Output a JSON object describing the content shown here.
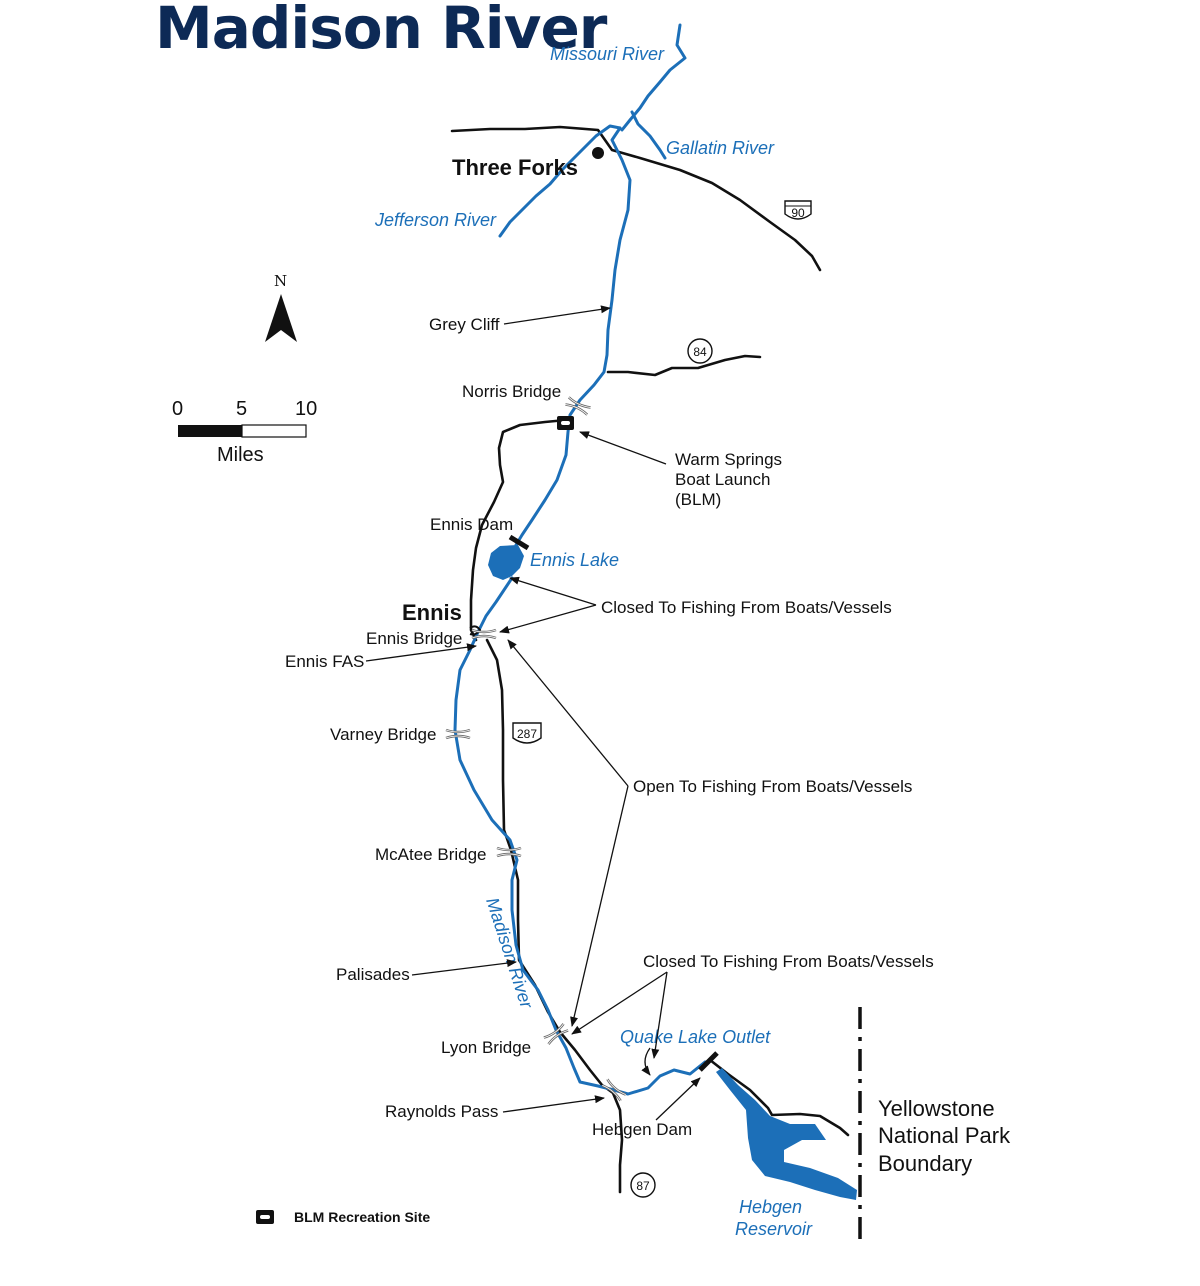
{
  "title": "Madison River",
  "towns": {
    "three_forks": "Three Forks",
    "ennis": "Ennis"
  },
  "rivers": {
    "missouri": "Missouri River",
    "gallatin": "Gallatin River",
    "jefferson": "Jefferson River",
    "madison": "Madison River"
  },
  "lakes": {
    "ennis_lake": "Ennis Lake",
    "hebgen_line1": "Hebgen",
    "hebgen_line2": "Reservoir",
    "quake_outlet": "Quake Lake Outlet"
  },
  "places": {
    "grey_cliff": "Grey Cliff",
    "norris_bridge": "Norris Bridge",
    "warm_springs_line1": "Warm Springs",
    "warm_springs_line2": "Boat Launch",
    "warm_springs_line3": "(BLM)",
    "ennis_dam": "Ennis Dam",
    "ennis_bridge": "Ennis Bridge",
    "ennis_fas": "Ennis FAS",
    "varney_bridge": "Varney Bridge",
    "mcatee_bridge": "McAtee Bridge",
    "palisades": "Palisades",
    "lyon_bridge": "Lyon Bridge",
    "raynolds_pass": "Raynolds Pass",
    "hebgen_dam": "Hebgen Dam"
  },
  "regulations": {
    "closed_upper": "Closed To Fishing From Boats/Vessels",
    "open_middle": "Open To Fishing From Boats/Vessels",
    "closed_lower": "Closed To Fishing From Boats/Vessels"
  },
  "highways": {
    "i90": "90",
    "mt84": "84",
    "us287": "287",
    "us87": "87"
  },
  "park_boundary": {
    "line1": "Yellowstone",
    "line2": "National Park",
    "line3": "Boundary"
  },
  "north_arrow": {
    "letter": "N"
  },
  "scale_bar": {
    "tick_0": "0",
    "tick_5": "5",
    "tick_10": "10",
    "unit": "Miles"
  },
  "legend": {
    "blm_site": "BLM Recreation Site"
  },
  "colors": {
    "water": "#1c6fb8",
    "road": "#111111",
    "title": "#0d2a56"
  }
}
